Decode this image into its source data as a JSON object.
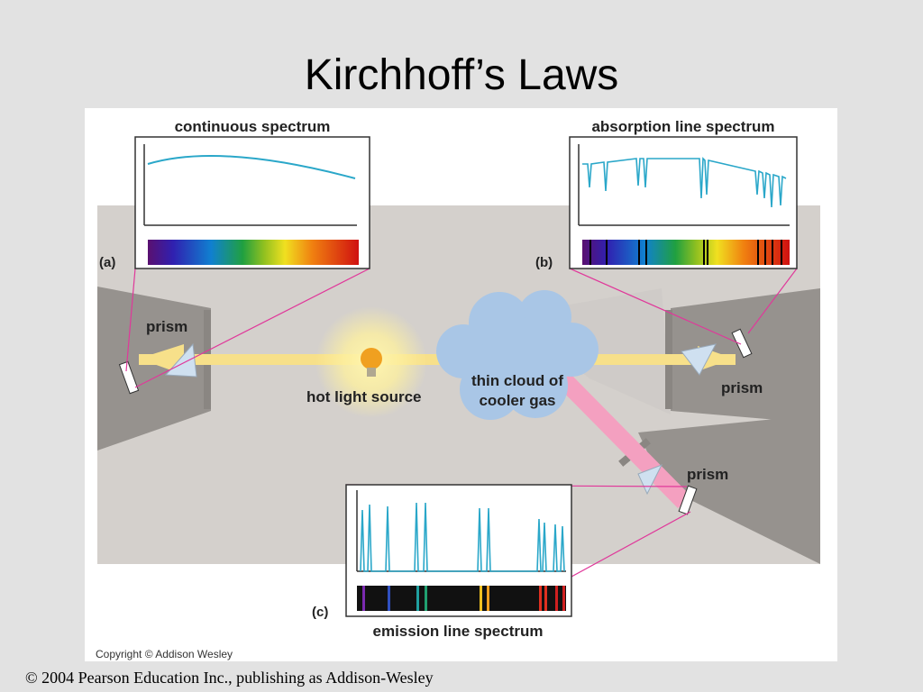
{
  "slide": {
    "title": "Kirchhoff’s Laws",
    "footer": "© 2004 Pearson Education Inc., publishing as Addison-Wesley"
  },
  "diagram": {
    "panel_a": {
      "letter": "(a)",
      "caption": "continuous spectrum"
    },
    "panel_b": {
      "letter": "(b)",
      "caption": "absorption line spectrum"
    },
    "panel_c": {
      "letter": "(c)",
      "caption": "emission line spectrum"
    },
    "labels": {
      "prism": "prism",
      "light_source": "hot light source",
      "cloud_line1": "thin cloud of",
      "cloud_line2": "cooler gas"
    },
    "copyright": "Copyright © Addison Wesley"
  },
  "colors": {
    "slide_background": "#e2e2e2",
    "spectrum_curve": "#2aa7c9",
    "beam_yellow": "#f7e08a",
    "beam_pink": "#f4a0c0",
    "cloud": "#a9c6e6",
    "pointer_lines": "#e0389a"
  }
}
